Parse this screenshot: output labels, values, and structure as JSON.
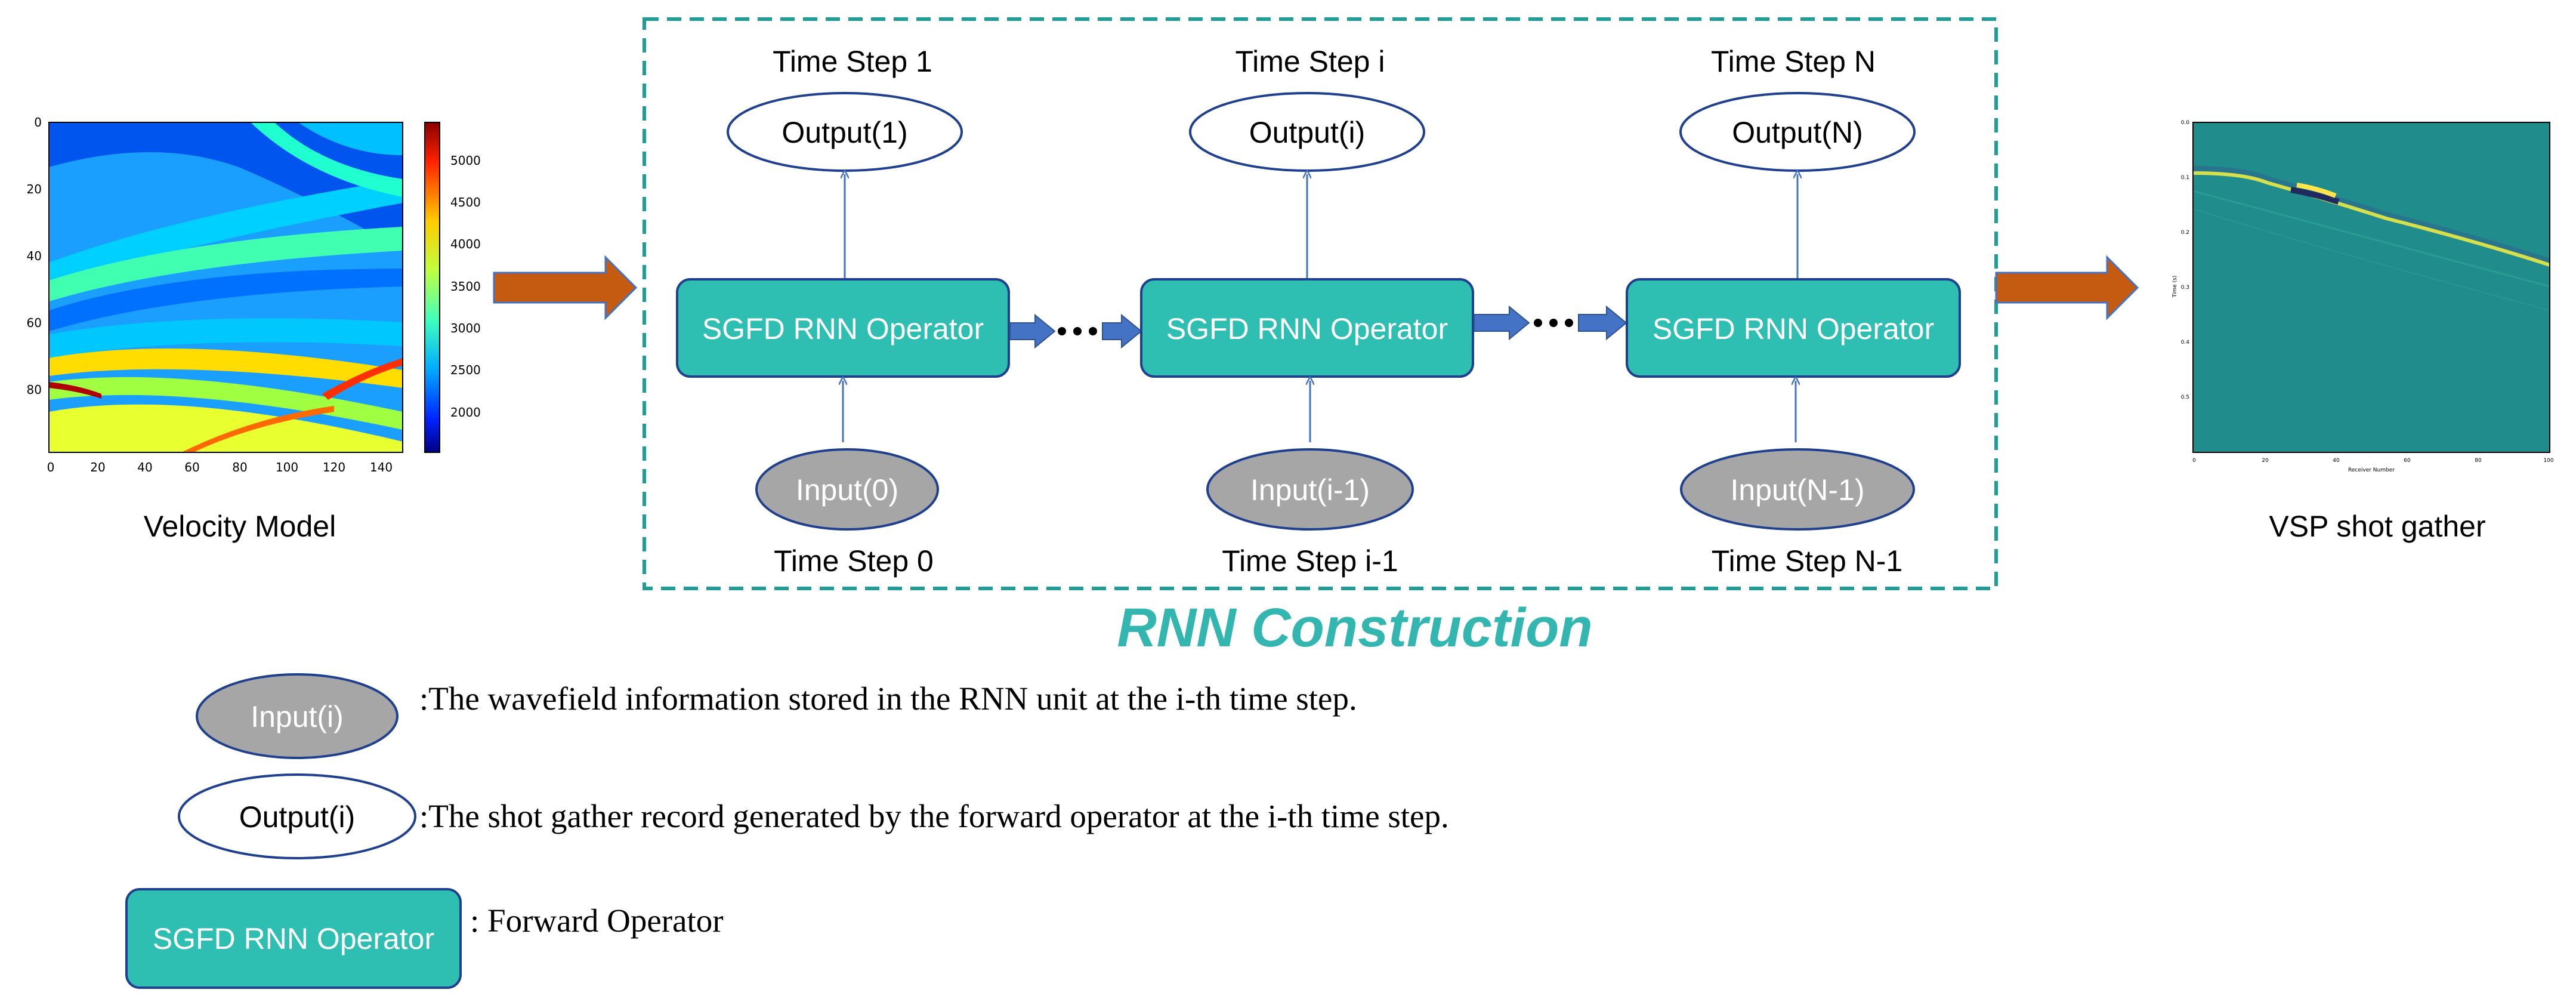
{
  "velocity_model": {
    "caption": "Velocity Model",
    "y_ticks": [
      "0",
      "20",
      "40",
      "60",
      "80"
    ],
    "x_ticks": [
      "0",
      "20",
      "40",
      "60",
      "80",
      "100",
      "120",
      "140"
    ],
    "colorbar_ticks": [
      "5000",
      "4500",
      "4000",
      "3500",
      "3000",
      "2500",
      "2000"
    ]
  },
  "rnn": {
    "title": "RNN Construction",
    "operator_label": "SGFD RNN Operator",
    "units": [
      {
        "top_label": "Time Step 1",
        "output": "Output(1)",
        "input": "Input(0)",
        "bottom_label": "Time Step 0"
      },
      {
        "top_label": "Time Step i",
        "output": "Output(i)",
        "input": "Input(i-1)",
        "bottom_label": "Time Step i-1"
      },
      {
        "top_label": "Time Step N",
        "output": "Output(N)",
        "input": "Input(N-1)",
        "bottom_label": "Time Step N-1"
      }
    ]
  },
  "shot_gather": {
    "caption": "VSP shot gather",
    "y_ticks": [
      "0.0",
      "0.1",
      "0.2",
      "0.3",
      "0.4",
      "0.5"
    ],
    "x_ticks": [
      "0",
      "20",
      "40",
      "60",
      "80",
      "100"
    ],
    "xlabel": "Receiver Number",
    "ylabel": "Time (s)"
  },
  "legend": {
    "input_label": "Input(i)",
    "input_desc": ":The wavefield information stored in the RNN unit at the i-th time step.",
    "output_label": "Output(i)",
    "output_desc": ":The shot gather record generated by the forward operator at the i-th time step.",
    "operator_label": "SGFD RNN Operator",
    "operator_desc": ": Forward Operator"
  },
  "colors": {
    "teal": "#2fbfb2",
    "teal_dark": "#1e8c86",
    "navy": "#1f3f8f",
    "grey": "#a6a6a6",
    "orange": "#c55a11",
    "blue_arrow": "#4472c4",
    "title_teal": "#33b5b0"
  }
}
